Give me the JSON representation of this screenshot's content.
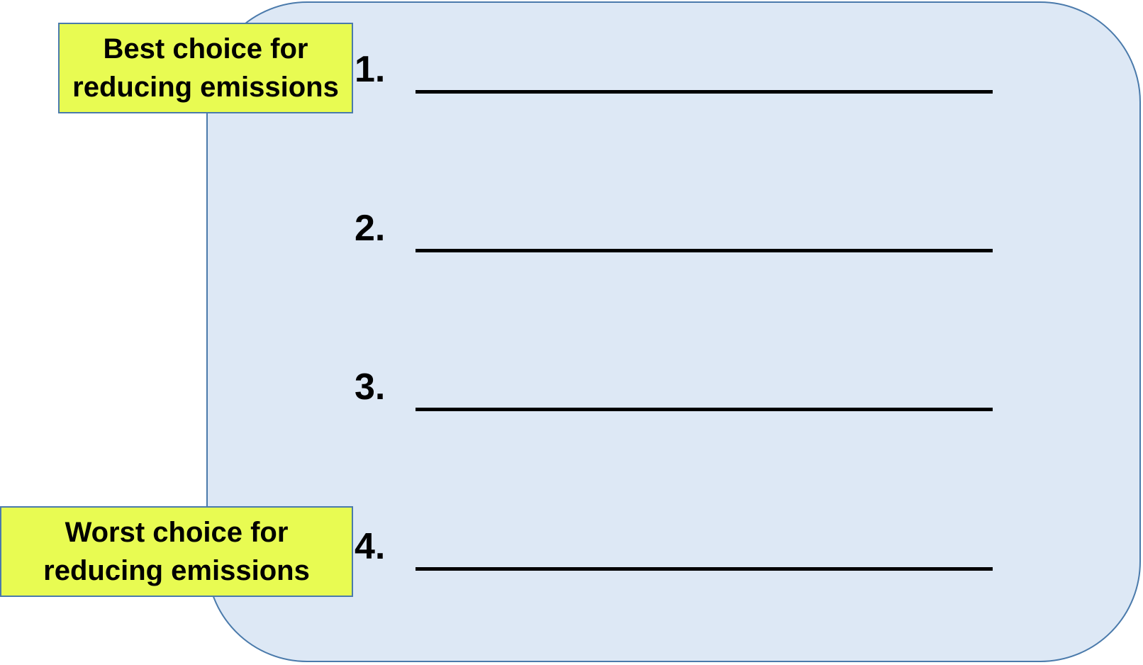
{
  "labels": {
    "best": "Best choice for reducing emissions",
    "worst": "Worst choice for reducing emissions"
  },
  "items": [
    {
      "number": "1."
    },
    {
      "number": "2."
    },
    {
      "number": "3."
    },
    {
      "number": "4."
    }
  ],
  "colors": {
    "panel_fill": "#dde8f5",
    "panel_border": "#4a7aab",
    "label_fill": "#e8fb52"
  }
}
